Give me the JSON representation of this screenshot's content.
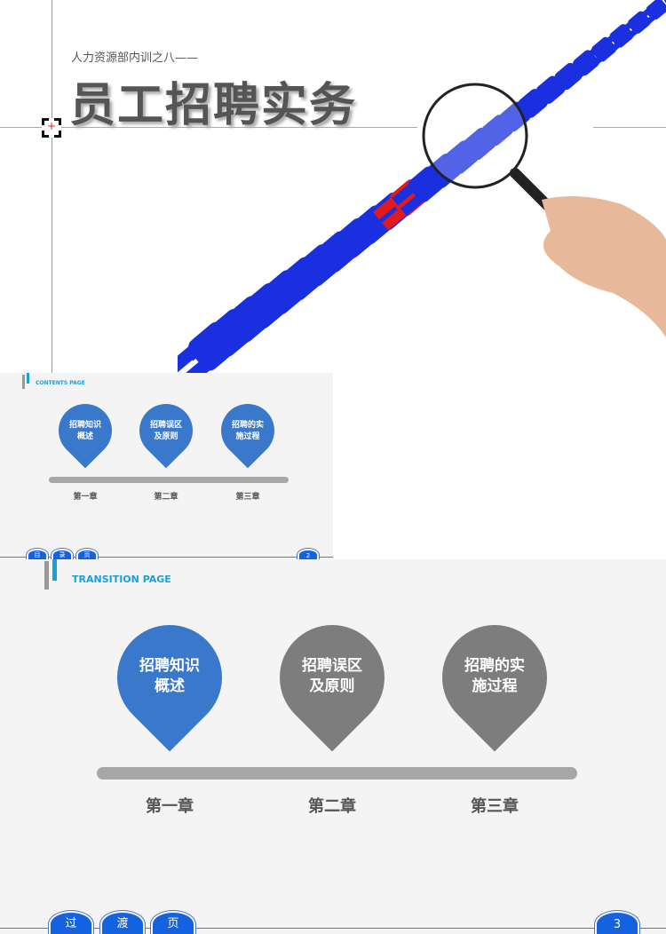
{
  "cover": {
    "subtitle": "人力资源部内训之八——",
    "title": "员工招聘实务"
  },
  "contents": {
    "header": "CONTENTS PAGE",
    "pins": [
      {
        "label": "招聘知识概述",
        "line1": "招聘知识",
        "line2": "概述",
        "chapter": "第一章"
      },
      {
        "label": "招聘误区及原则",
        "line1": "招聘误区",
        "line2": "及原则",
        "chapter": "第二章"
      },
      {
        "label": "招聘的实施过程",
        "line1": "招聘的实",
        "line2": "施过程",
        "chapter": "第三章"
      }
    ],
    "footer": [
      "目",
      "录",
      "页"
    ],
    "page": "2"
  },
  "transition": {
    "header": "TRANSITION PAGE",
    "pins": [
      {
        "line1": "招聘知识",
        "line2": "概述",
        "chapter": "第一章",
        "active": true
      },
      {
        "line1": "招聘误区",
        "line2": "及原则",
        "chapter": "第二章",
        "active": false
      },
      {
        "line1": "招聘的实",
        "line2": "施过程",
        "chapter": "第三章",
        "active": false
      }
    ],
    "footer": [
      "过",
      "渡",
      "页"
    ],
    "page": "3"
  },
  "colors": {
    "blue": "#3a78cc",
    "gray": "#7d7d7d",
    "accent": "#1aa0d8",
    "footer": "#1462e0"
  }
}
